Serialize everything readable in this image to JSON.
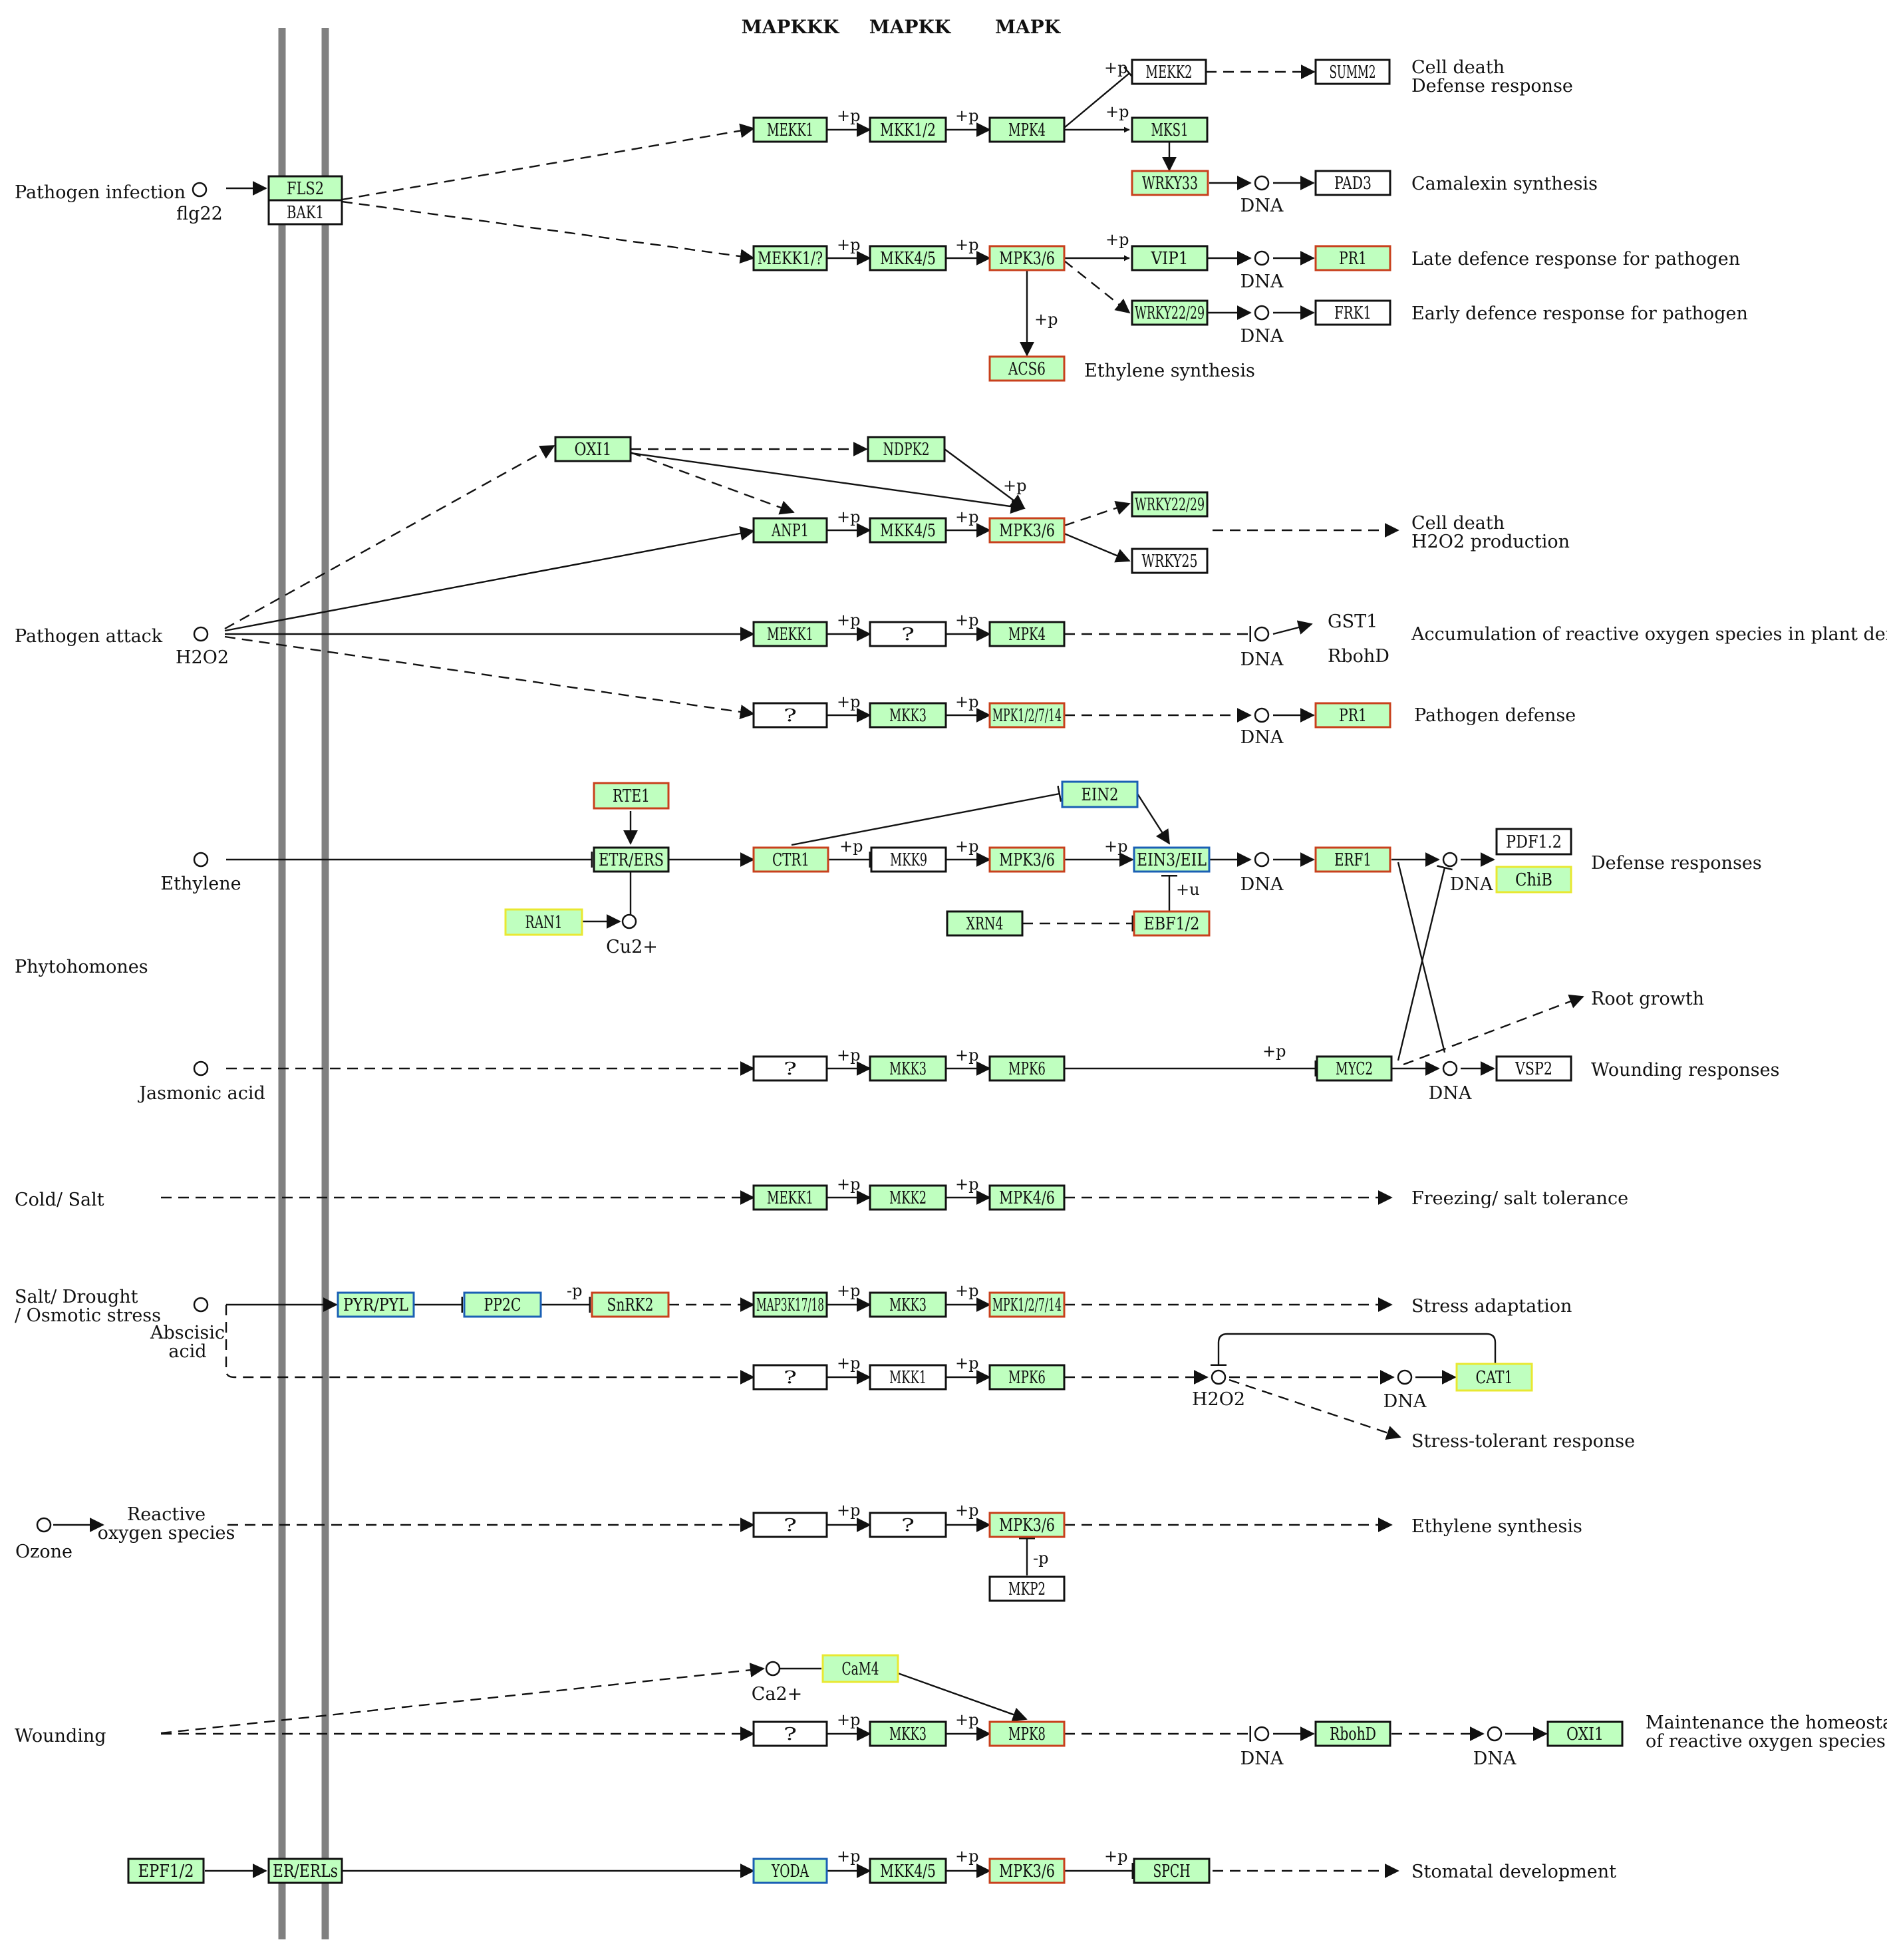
{
  "headers": [
    "MAPKKK",
    "MAPKK",
    "MAPK"
  ],
  "colors": {
    "present_fill": "#bfffbf",
    "absent_fill": "#ffffff",
    "border_default": "#111111",
    "border_red": "#c8401c",
    "border_blue": "#1a5fb4",
    "border_yellow": "#e8e832"
  },
  "rows": {
    "pathogen_infection": "Pathogen infection",
    "pathogen_attack": "Pathogen attack",
    "phytohormones": "Phytohomones",
    "cold_salt": "Cold/ Salt",
    "salt_drought": [
      "Salt/ Drought",
      "/ Osmotic stress"
    ],
    "wounding": "Wounding"
  },
  "compounds": {
    "flg22": "flg22",
    "h2o2": "H2O2",
    "ethylene": "Ethylene",
    "jasmonic": "Jasmonic acid",
    "abscisic": [
      "Abscisic",
      "acid"
    ],
    "ozone": "Ozone",
    "ros": [
      "Reactive",
      "oxygen species"
    ],
    "cu": "Cu2+",
    "ca": "Ca2+",
    "h2o2_b": "H2O2",
    "dna": "DNA"
  },
  "genes": {
    "fls2": "FLS2",
    "bak1": "BAK1",
    "mekk1_a": "MEKK1",
    "mkk12": "MKK1/2",
    "mpk4_a": "MPK4",
    "mekk2": "MEKK2",
    "summ2": "SUMM2",
    "mks1": "MKS1",
    "wrky33": "WRKY33",
    "pad3": "PAD3",
    "mekk1_b": "MEKK1/?",
    "mkk45_a": "MKK4/5",
    "mpk36_a": "MPK3/6",
    "vip1": "VIP1",
    "pr1_a": "PR1",
    "wrky229_a": "WRKY22/29",
    "frk1": "FRK1",
    "acs6": "ACS6",
    "oxi1_a": "OXI1",
    "ndpk2": "NDPK2",
    "anp1": "ANP1",
    "mkk45_b": "MKK4/5",
    "mpk36_b": "MPK3/6",
    "wrky229_b": "WRKY22/29",
    "wrky25": "WRKY25",
    "mekk1_c": "MEKK1",
    "q1": "?",
    "mpk4_b": "MPK4",
    "gst1": "GST1",
    "rbohd_a": "RbohD",
    "q2": "?",
    "mkk3_a": "MKK3",
    "mpk1_a": "MPK1/2/7/14",
    "pr1_b": "PR1",
    "rte1": "RTE1",
    "ein2": "EIN2",
    "etr": "ETR/ERS",
    "ctr1": "CTR1",
    "mkk9": "MKK9",
    "mpk36_c": "MPK3/6",
    "ein3": "EIN3/EIL",
    "erf1": "ERF1",
    "pdf12": "PDF1.2",
    "chib": "ChiB",
    "ran1": "RAN1",
    "xrn4": "XRN4",
    "ebf12": "EBF1/2",
    "q3": "?",
    "mkk3_b": "MKK3",
    "mpk6_a": "MPK6",
    "myc2": "MYC2",
    "vsp2": "VSP2",
    "mekk1_d": "MEKK1",
    "mkk2": "MKK2",
    "mpk46": "MPK4/6",
    "pyr": "PYR/PYL",
    "pp2c": "PP2C",
    "snrk2": "SnRK2",
    "map3k": "MAP3K17/18",
    "mkk3_c": "MKK3",
    "mpk1_b": "MPK1/2/7/14",
    "q4": "?",
    "mkk1": "MKK1",
    "mpk6_b": "MPK6",
    "cat1": "CAT1",
    "q5": "?",
    "q6": "?",
    "mpk36_d": "MPK3/6",
    "mkp2": "MKP2",
    "cam4": "CaM4",
    "q7": "?",
    "mkk3_d": "MKK3",
    "mpk8": "MPK8",
    "rbohd_b": "RbohD",
    "oxi1_b": "OXI1",
    "epf12": "EPF1/2",
    "erl": "ER/ERLs",
    "yoda": "YODA",
    "mkk45_c": "MKK4/5",
    "mpk36_e": "MPK3/6",
    "spch": "SPCH"
  },
  "outcomes": {
    "cell_death_1": [
      "Cell death",
      "Defense response"
    ],
    "camalexin": "Camalexin synthesis",
    "late_defence": "Late defence response for pathogen",
    "early_defence": "Early defence response for pathogen",
    "ethylene_synth_1": "Ethylene synthesis",
    "cell_death_2": [
      "Cell death",
      "H2O2 production"
    ],
    "ros_accum": "Accumulation of reactive oxygen species in plant defense",
    "pathogen_defense": "Pathogen defense",
    "defense_responses": "Defense responses",
    "root_growth": "Root growth",
    "wounding_responses": "Wounding responses",
    "freezing": "Freezing/ salt tolerance",
    "stress_adaptation": "Stress adaptation",
    "stress_tolerant": "Stress-tolerant response",
    "ethylene_synth_2": "Ethylene synthesis",
    "homeostasis": [
      "Maintenance the homeostasis",
      "of reactive oxygen species"
    ],
    "stomatal": "Stomatal development"
  },
  "modifiers": {
    "p": "+p",
    "u": "+u",
    "minus_p": "-p"
  }
}
